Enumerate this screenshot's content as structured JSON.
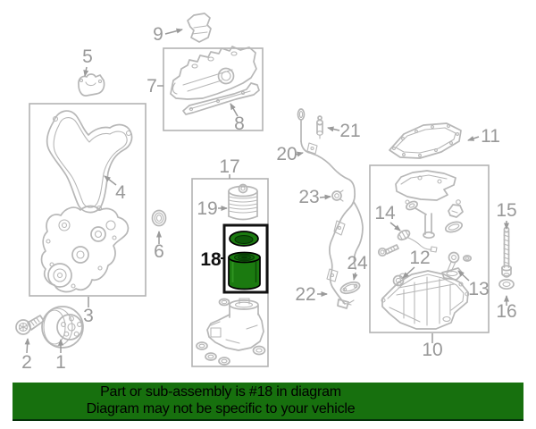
{
  "banner": {
    "line1": "Part or sub-assembly is #18 in diagram",
    "line2": "Diagram may not be specific to your vehicle",
    "bg_color": "#17700e",
    "border_color": "#05300a",
    "text_color": "#000000"
  },
  "diagram": {
    "highlighted_part": "18",
    "colors": {
      "line": "#b7b7b7",
      "label": "#999999",
      "highlight_green": "#1b7a10",
      "highlight_dark_green": "#0a4a05",
      "highlight_box": "#111111"
    },
    "labels": [
      {
        "text": "1"
      },
      {
        "text": "2"
      },
      {
        "text": "3"
      },
      {
        "text": "4"
      },
      {
        "text": "5"
      },
      {
        "text": "6"
      },
      {
        "text": "7"
      },
      {
        "text": "8"
      },
      {
        "text": "9"
      },
      {
        "text": "10"
      },
      {
        "text": "11"
      },
      {
        "text": "12"
      },
      {
        "text": "13"
      },
      {
        "text": "14"
      },
      {
        "text": "15"
      },
      {
        "text": "16"
      },
      {
        "text": "17"
      },
      {
        "text": "18"
      },
      {
        "text": "19"
      },
      {
        "text": "20"
      },
      {
        "text": "21"
      },
      {
        "text": "22"
      },
      {
        "text": "23"
      },
      {
        "text": "24"
      }
    ]
  }
}
